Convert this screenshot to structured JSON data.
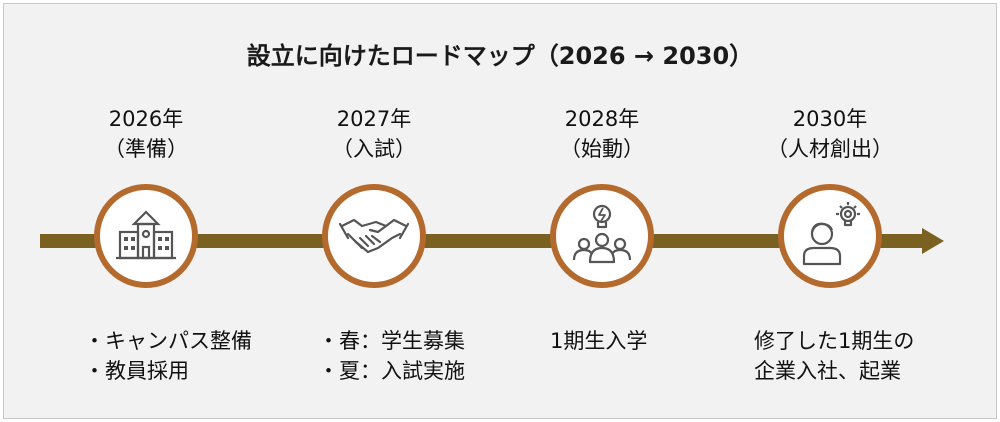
{
  "title": "設立に向けたロードマップ（2026 → 2030）",
  "colors": {
    "arrow": "#7a6121",
    "circle_border": "#b4692d",
    "icon": "#555555",
    "background": "#f2f2f2"
  },
  "milestones": [
    {
      "year": "2026年",
      "label": "（準備）",
      "icon": "school-building-icon",
      "items": [
        "・キャンパス整備",
        "・教員採用"
      ]
    },
    {
      "year": "2027年",
      "label": "（入試）",
      "icon": "handshake-icon",
      "items": [
        "・春：学生募集",
        "・夏：入試実施"
      ]
    },
    {
      "year": "2028年",
      "label": "（始動）",
      "icon": "people-lightbulb-icon",
      "items": [
        "1期生入学"
      ]
    },
    {
      "year": "2030年",
      "label": "（人材創出）",
      "icon": "person-idea-icon",
      "items": [
        "修了した1期生の",
        "企業入社、起業"
      ]
    }
  ]
}
